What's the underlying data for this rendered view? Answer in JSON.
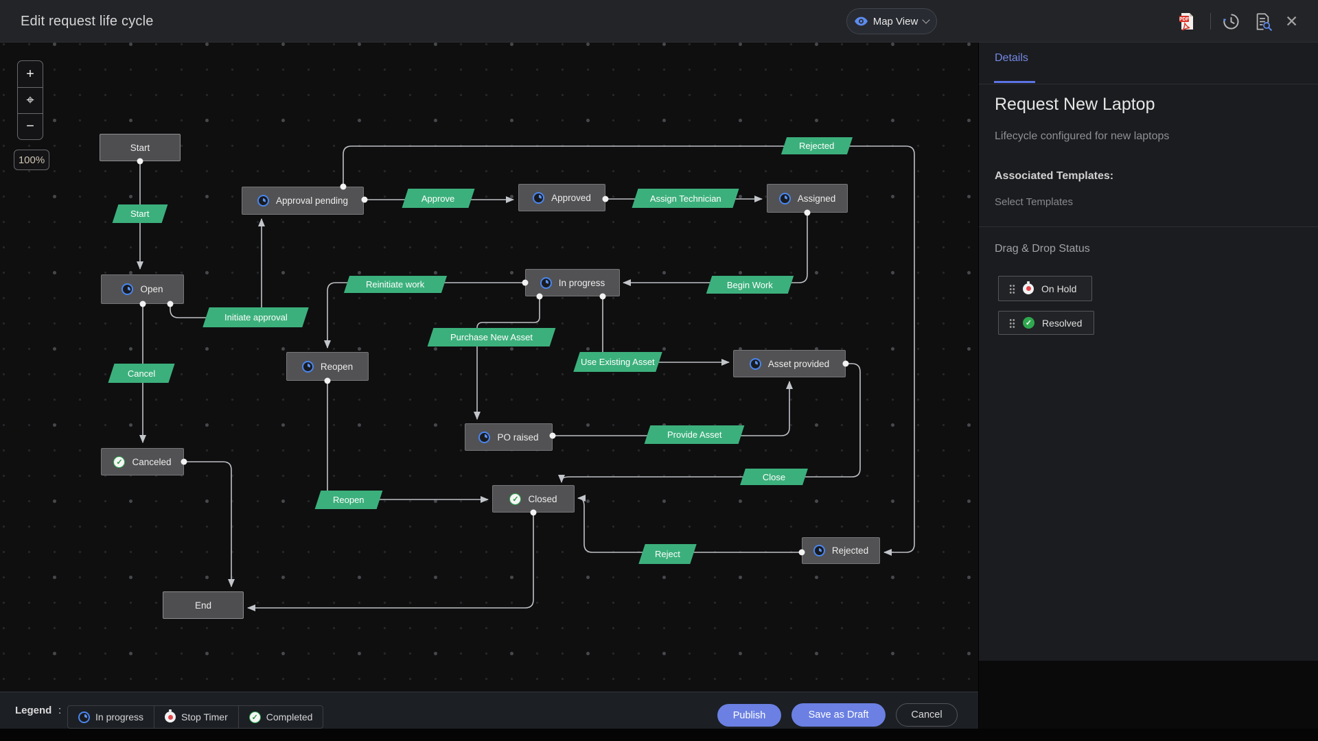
{
  "header": {
    "title": "Edit request life cycle",
    "view_selector": {
      "label": "Map View",
      "icon": "eye-icon"
    },
    "pdf_badge": "PDF",
    "toolbar_icons": [
      "pdf-export-icon",
      "history-icon",
      "audit-log-icon",
      "close-icon"
    ],
    "close_glyph": "✕"
  },
  "canvas": {
    "zoom_controls": {
      "zoom_in": "+",
      "fit_view": "⌖",
      "zoom_out": "−"
    },
    "zoom_level": "100%",
    "nodes": [
      {
        "id": "start",
        "label": "Start",
        "icon": "none"
      },
      {
        "id": "approval-pending",
        "label": "Approval pending",
        "icon": "in-progress"
      },
      {
        "id": "approved",
        "label": "Approved",
        "icon": "in-progress"
      },
      {
        "id": "assigned",
        "label": "Assigned",
        "icon": "in-progress"
      },
      {
        "id": "open",
        "label": "Open",
        "icon": "in-progress"
      },
      {
        "id": "in-progress",
        "label": "In progress",
        "icon": "in-progress"
      },
      {
        "id": "reopen",
        "label": "Reopen",
        "icon": "in-progress"
      },
      {
        "id": "asset-provided",
        "label": "Asset provided",
        "icon": "in-progress"
      },
      {
        "id": "po-raised",
        "label": "PO raised",
        "icon": "in-progress"
      },
      {
        "id": "canceled",
        "label": "Canceled",
        "icon": "completed"
      },
      {
        "id": "closed",
        "label": "Closed",
        "icon": "completed"
      },
      {
        "id": "rejected",
        "label": "Rejected",
        "icon": "in-progress"
      },
      {
        "id": "end",
        "label": "End",
        "icon": "none"
      }
    ],
    "transitions": [
      {
        "label": "Start"
      },
      {
        "label": "Initiate approval"
      },
      {
        "label": "Approve"
      },
      {
        "label": "Assign Technician"
      },
      {
        "label": "Rejected"
      },
      {
        "label": "Reinitiate work"
      },
      {
        "label": "Begin Work"
      },
      {
        "label": "Purchase New Asset"
      },
      {
        "label": "Use Existing Asset"
      },
      {
        "label": "Cancel"
      },
      {
        "label": "Provide Asset"
      },
      {
        "label": "Close"
      },
      {
        "label": "Reopen"
      },
      {
        "label": "Reject"
      }
    ],
    "edges": [
      {
        "from": "Start",
        "to": "Open",
        "via": "Start"
      },
      {
        "from": "Open",
        "to": "Approval pending",
        "via": "Initiate approval"
      },
      {
        "from": "Open",
        "to": "Canceled",
        "via": "Cancel"
      },
      {
        "from": "Approval pending",
        "to": "Approved",
        "via": "Approve"
      },
      {
        "from": "Approved",
        "to": "Assigned",
        "via": "Assign Technician"
      },
      {
        "from": "Approval pending",
        "to": "Rejected",
        "via": "Rejected"
      },
      {
        "from": "Assigned",
        "to": "In progress",
        "via": "Begin Work"
      },
      {
        "from": "In progress",
        "to": "Reopen",
        "via": "Reinitiate work"
      },
      {
        "from": "In progress",
        "to": "PO raised",
        "via": "Purchase New Asset"
      },
      {
        "from": "In progress",
        "to": "Asset provided",
        "via": "Use Existing Asset"
      },
      {
        "from": "PO raised",
        "to": "Asset provided",
        "via": "Provide Asset"
      },
      {
        "from": "Asset provided",
        "to": "Closed",
        "via": "Close"
      },
      {
        "from": "Reopen",
        "to": "Closed",
        "via": "Reopen"
      },
      {
        "from": "Rejected",
        "to": "Closed",
        "via": "Reject"
      },
      {
        "from": "Canceled",
        "to": "End",
        "via": ""
      },
      {
        "from": "Closed",
        "to": "End",
        "via": ""
      }
    ]
  },
  "sidebar": {
    "tab": "Details",
    "title": "Request New Laptop",
    "subtitle": "Lifecycle configured for new laptops",
    "associated_templates_label": "Associated Templates:",
    "select_templates": "Select Templates",
    "drag_drop_heading": "Drag & Drop Status",
    "statuses": [
      {
        "label": "On Hold",
        "icon": "stop-timer-icon"
      },
      {
        "label": "Resolved",
        "icon": "completed-icon"
      }
    ]
  },
  "legend": {
    "label": "Legend",
    "separator": ":",
    "items": [
      {
        "label": "In progress",
        "icon": "in-progress-icon"
      },
      {
        "label": "Stop Timer",
        "icon": "stop-timer-icon"
      },
      {
        "label": "Completed",
        "icon": "completed-icon"
      }
    ]
  },
  "footer": {
    "publish": "Publish",
    "save_as_draft": "Save as Draft",
    "cancel": "Cancel"
  },
  "colors": {
    "accent_blue": "#6b80e2",
    "transition_green": "#3cb07c",
    "in_progress_blue": "#4a86ef",
    "completed_green": "#2fa84f",
    "stop_timer_red": "#e5484d",
    "node_gray": "#525254",
    "edge_gray": "#bfc2c6",
    "canvas_bg": "#0f0f10",
    "panel_bg": "#1b1c1f"
  }
}
